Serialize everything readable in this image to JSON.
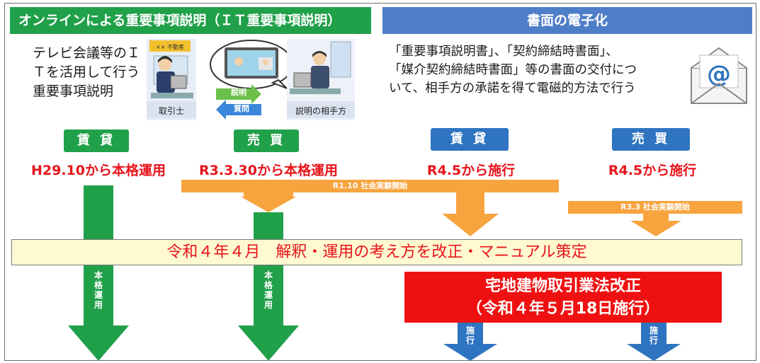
{
  "headers": {
    "left": "オンラインによる重要事項説明（ＩＴ重要事項説明）",
    "right": "書面の電子化"
  },
  "left_desc": {
    "line1": "テレビ会議等のＩ",
    "line2": "Ｔを活用して行う",
    "line3": "重要事項説明"
  },
  "illustration": {
    "shop_sign": "×× 不動産",
    "arrow_right": "説明",
    "arrow_left": "質問",
    "label_left": "取引士",
    "label_right": "説明の相手方"
  },
  "right_desc": {
    "line1": "「重要事項説明書」、「契約締結時書面」、",
    "line2": "「媒介契約締結時書面」等の書面の交付につ",
    "line3": "いて、相手方の承諾を得て電磁的方法で行う"
  },
  "columns": [
    {
      "badge": "賃 貸",
      "date": "H29.10から本格運用"
    },
    {
      "badge": "売 買",
      "date": "R3.3.30から本格運用"
    },
    {
      "badge": "賃 貸",
      "date": "R4.5から施行"
    },
    {
      "badge": "売 買",
      "date": "R4.5から施行"
    }
  ],
  "experiments": {
    "left": "R1.10  社会実験開始",
    "right": "R3.3  社会実験開始"
  },
  "banner": "令和４年４月　解釈・運用の考え方を改正・マニュアル策定",
  "vertical_labels": {
    "full_operation": [
      "本",
      "格",
      "運",
      "用"
    ],
    "enforcement": [
      "施",
      "行"
    ]
  },
  "law": {
    "line1": "宅地建物取引業法改正",
    "line2": "（令和４年５月18日施行）"
  },
  "colors": {
    "green": "#21a04a",
    "blue": "#2f74c0",
    "orange": "#f7a43f",
    "red": "#ef1111"
  }
}
